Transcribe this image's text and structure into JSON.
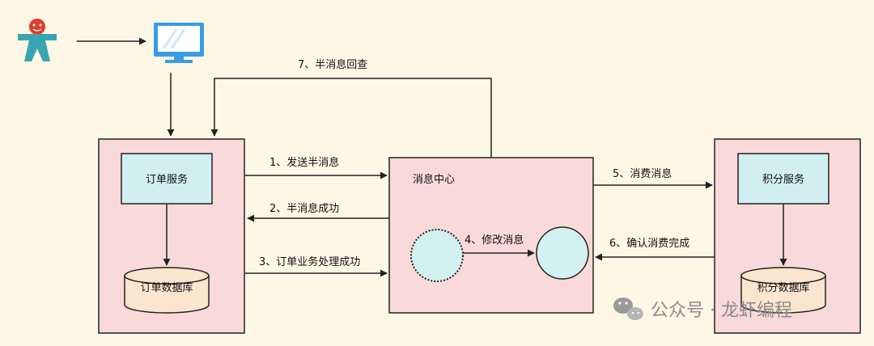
{
  "diagram": {
    "order_service_label": "订单服务",
    "order_db_label": "订单数据库",
    "message_center_label": "消息中心",
    "points_service_label": "积分服务",
    "points_db_label": "积分数据库",
    "edges": {
      "step1": "1、发送半消息",
      "step2": "2、半消息成功",
      "step3": "3、订单业务处理成功",
      "step4": "4、修改消息",
      "step5": "5、消费消息",
      "step6": "6、确认消费完成",
      "step7": "7、半消息回查"
    }
  },
  "watermark": {
    "text": "公众号 · 龙虾编程"
  },
  "colors": {
    "background": "#fdf8e6",
    "panel_fill": "#f9d9d9",
    "service_fill": "#d1eff0",
    "db_fill": "#fbe5cf",
    "circle_fill": "#d3f1f1",
    "person": "#3aa5b0",
    "monitor": "#3a9be6"
  }
}
